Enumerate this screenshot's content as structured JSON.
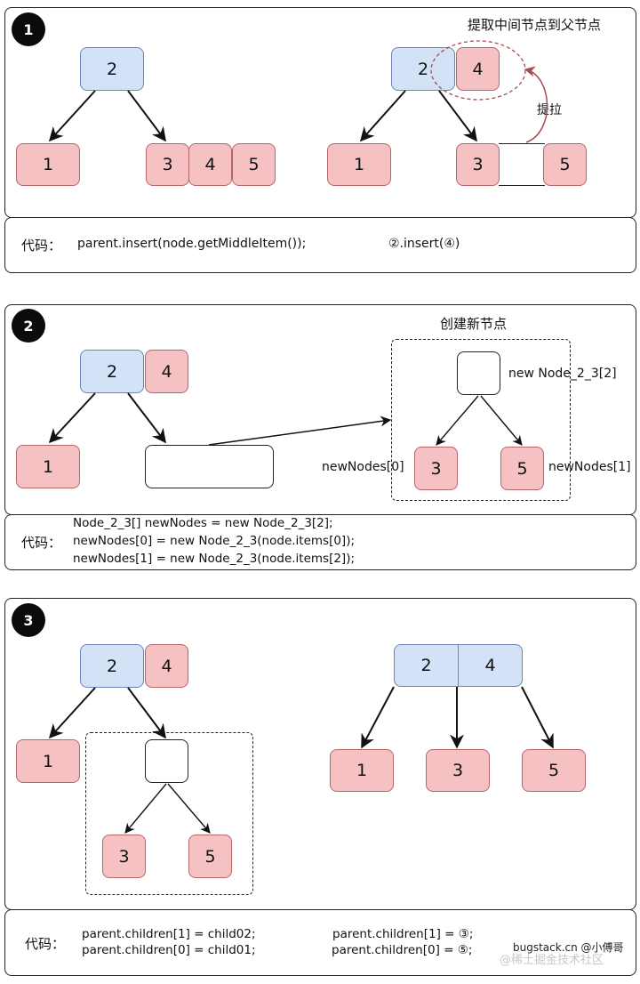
{
  "step1": {
    "badge": "1",
    "title": "提取中间节点到父节点",
    "left_tree": {
      "root": "2",
      "children": [
        "1",
        "3",
        "4",
        "5"
      ]
    },
    "right_tree": {
      "root": "2",
      "extracted": "4",
      "children": [
        "1",
        "3",
        "",
        "5"
      ]
    },
    "pull_label": "提拉",
    "code_label": "代码：",
    "code": "parent.insert(node.getMiddleItem());",
    "code_note": "②.insert(④)"
  },
  "step2": {
    "badge": "2",
    "title": "创建新节点",
    "left_tree": {
      "root": "2",
      "root_extra": "4",
      "child_left": "1"
    },
    "new_node_label": "new Node_2_3[2]",
    "new_children": [
      "3",
      "5"
    ],
    "left_child_label": "newNodes[0]",
    "right_child_label": "newNodes[1]",
    "code_label": "代码：",
    "code_lines": [
      "Node_2_3[] newNodes = new Node_2_3[2];",
      "newNodes[0] = new Node_2_3(node.items[0]);",
      "newNodes[1] = new Node_2_3(node.items[2]);"
    ]
  },
  "step3": {
    "badge": "3",
    "left_tree": {
      "root": "2",
      "root_extra": "4",
      "child_left": "1",
      "sub_children": [
        "3",
        "5"
      ]
    },
    "right_tree": {
      "root": [
        "2",
        "4"
      ],
      "children": [
        "1",
        "3",
        "5"
      ]
    },
    "code_label": "代码：",
    "code_lines_left": [
      "parent.children[1] = child02;",
      "parent.children[0] = child01;"
    ],
    "code_lines_right": [
      "parent.children[1] = ③;",
      "parent.children[0] = ⑤;"
    ],
    "watermark_author": "bugstack.cn @小傅哥",
    "watermark_site": "@稀土掘金技术社区"
  }
}
